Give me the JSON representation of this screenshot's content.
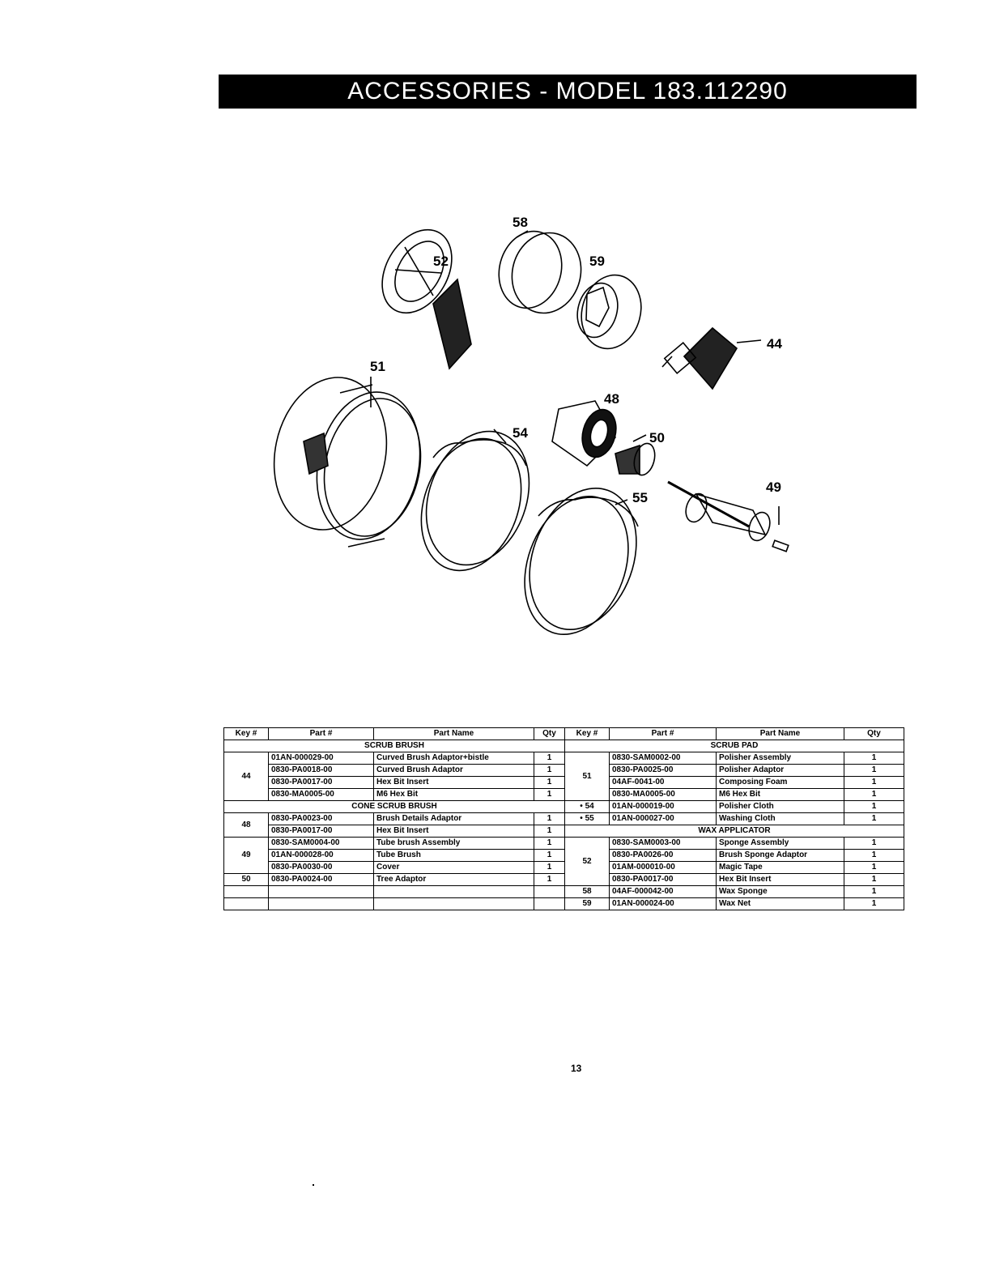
{
  "title": "ACCESSORIES - MODEL 183.112290",
  "callouts": {
    "c58": "58",
    "c52": "52",
    "c59": "59",
    "c44": "44",
    "c51": "51",
    "c48": "48",
    "c54": "54",
    "c50": "50",
    "c49": "49",
    "c55": "55"
  },
  "table": {
    "headers": [
      "Key #",
      "Part #",
      "Part Name",
      "Qty",
      "Key #",
      "Part #",
      "Part Name",
      "Qty"
    ],
    "sections": {
      "scrub_brush": "SCRUB BRUSH",
      "scrub_pad": "SCRUB PAD",
      "cone_scrub_brush": "CONE SCRUB BRUSH",
      "wax_applicator": "WAX APPLICATOR"
    },
    "rows": [
      {
        "lkey": "44",
        "lpart": "01AN-000029-00",
        "lname": "Curved Brush Adaptor+bistle",
        "lqty": "1",
        "rkey": "51",
        "rpart": "0830-SAM0002-00",
        "rname": "Polisher Assembly",
        "rqty": "1"
      },
      {
        "lkey": "",
        "lpart": "0830-PA0018-00",
        "lname": "Curved Brush Adaptor",
        "lqty": "1",
        "rkey": "",
        "rpart": "0830-PA0025-00",
        "rname": "Polisher Adaptor",
        "rqty": "1"
      },
      {
        "lkey": "",
        "lpart": "0830-PA0017-00",
        "lname": "Hex Bit Insert",
        "lqty": "1",
        "rkey": "",
        "rpart": "04AF-0041-00",
        "rname": "Composing Foam",
        "rqty": "1"
      },
      {
        "lkey": "",
        "lpart": "0830-MA0005-00",
        "lname": "M6 Hex Bit",
        "lqty": "1",
        "rkey": "",
        "rpart": "0830-MA0005-00",
        "rname": "M6 Hex Bit",
        "rqty": "1"
      },
      {
        "rkey": "• 54",
        "rpart": "01AN-000019-00",
        "rname": "Polisher Cloth",
        "rqty": "1"
      },
      {
        "lkey": "48",
        "lpart": "0830-PA0023-00",
        "lname": "Brush Details Adaptor",
        "lqty": "1",
        "rkey": "• 55",
        "rpart": "01AN-000027-00",
        "rname": "Washing Cloth",
        "rqty": "1"
      },
      {
        "lkey": "",
        "lpart": "0830-PA0017-00",
        "lname": "Hex Bit Insert",
        "lqty": "1"
      },
      {
        "lkey": "49",
        "lpart": "0830-SAM0004-00",
        "lname": "Tube brush Assembly",
        "lqty": "1",
        "rkey": "52",
        "rpart": "0830-SAM0003-00",
        "rname": "Sponge Assembly",
        "rqty": "1"
      },
      {
        "lkey": "",
        "lpart": "01AN-000028-00",
        "lname": "Tube Brush",
        "lqty": "1",
        "rkey": "",
        "rpart": "0830-PA0026-00",
        "rname": "Brush Sponge Adaptor",
        "rqty": "1"
      },
      {
        "lkey": "",
        "lpart": "0830-PA0030-00",
        "lname": "Cover",
        "lqty": "1",
        "rkey": "",
        "rpart": "01AM-000010-00",
        "rname": "Magic Tape",
        "rqty": "1"
      },
      {
        "lkey": "50",
        "lpart": "0830-PA0024-00",
        "lname": "Tree Adaptor",
        "lqty": "1",
        "rkey": "",
        "rpart": "0830-PA0017-00",
        "rname": "Hex Bit Insert",
        "rqty": "1"
      },
      {
        "lkey": "",
        "lpart": "",
        "lname": "",
        "lqty": "",
        "rkey": "58",
        "rpart": "04AF-000042-00",
        "rname": "Wax Sponge",
        "rqty": "1"
      },
      {
        "lkey": "",
        "lpart": "",
        "lname": "",
        "lqty": "",
        "rkey": "59",
        "rpart": "01AN-000024-00",
        "rname": "Wax Net",
        "rqty": "1"
      }
    ]
  },
  "page_number": "13",
  "colors": {
    "bar": "#000000",
    "bar_text": "#ffffff"
  }
}
